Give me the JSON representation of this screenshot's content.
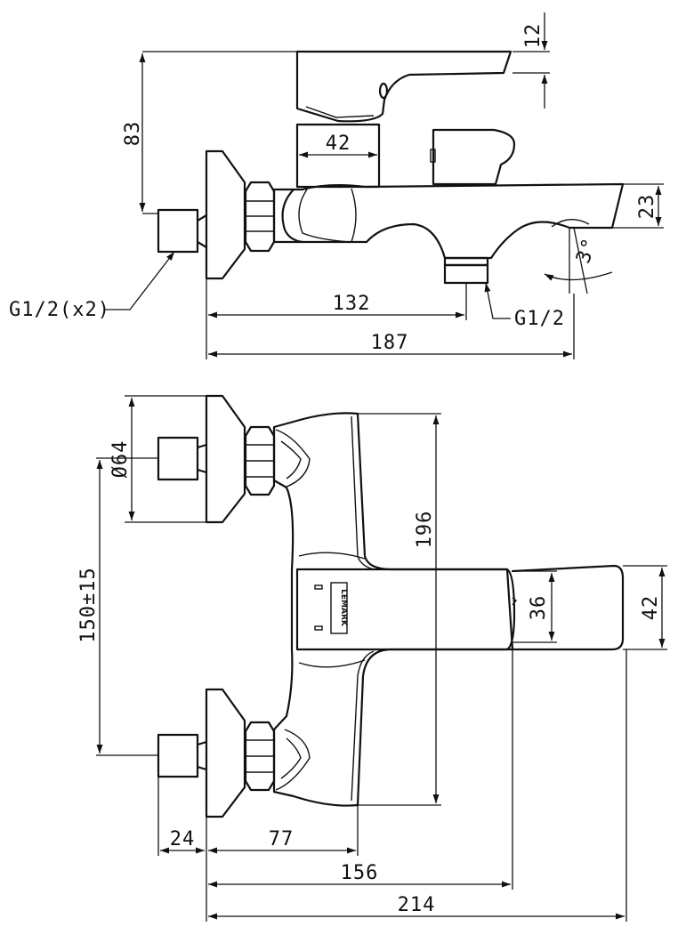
{
  "side_view": {
    "dim_lever_offset": "12",
    "dim_height": "83",
    "dim_body_width": "42",
    "dim_spout_height": "23",
    "dim_angle": "3°",
    "dim_outlet_distance": "132",
    "dim_overall_length": "187",
    "label_inlet": "G1/2(x2)",
    "label_outlet": "G1/2"
  },
  "top_view": {
    "dim_flange_diameter": "Ø64",
    "dim_centers": "150±15",
    "dim_body_length": "196",
    "dim_lever_width": "36",
    "dim_spout_width": "42",
    "dim_inlet_length": "24",
    "dim_body_depth": "77",
    "dim_lever_reach": "156",
    "dim_overall_width": "214",
    "logo_text": "LEMARK"
  }
}
